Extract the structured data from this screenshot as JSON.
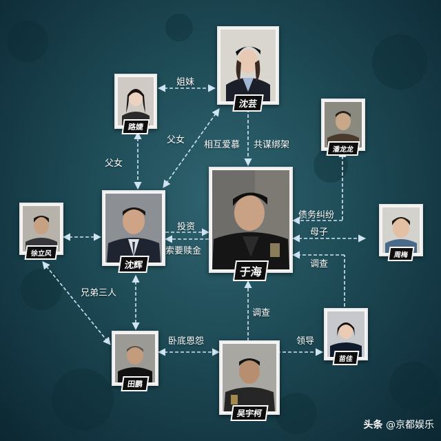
{
  "characters": {
    "shen_yun": "沈芸",
    "lu_jie": "路婕",
    "pan_longlong": "潘龙龙",
    "yu_hai": "于海",
    "shen_hui": "沈辉",
    "xu_lifeng": "徐立风",
    "zhou_mei": "周梅",
    "tian_peng": "田鹏",
    "wu_yuke": "吴宇柯",
    "miao_jia": "苗佳"
  },
  "relations": {
    "sisters": "姐妹",
    "father_daughter_1": "父女",
    "father_daughter_2": "父女",
    "mutual_love": "相互爱慕",
    "conspire_kidnap": "共谋绑架",
    "debt_dispute": "债务纠纷",
    "invest": "投资",
    "ransom": "索要赎金",
    "mother_son": "母子",
    "investigate_1": "调查",
    "investigate_2": "调查",
    "three_brothers": "兄弟三人",
    "undercover_grudge": "卧底恩怨",
    "lead": "领导"
  },
  "watermark": {
    "brand": "头条",
    "account": "@京都娱乐"
  },
  "colors": {
    "arrow": "#cfe6f2",
    "background": "#1d4a55"
  }
}
